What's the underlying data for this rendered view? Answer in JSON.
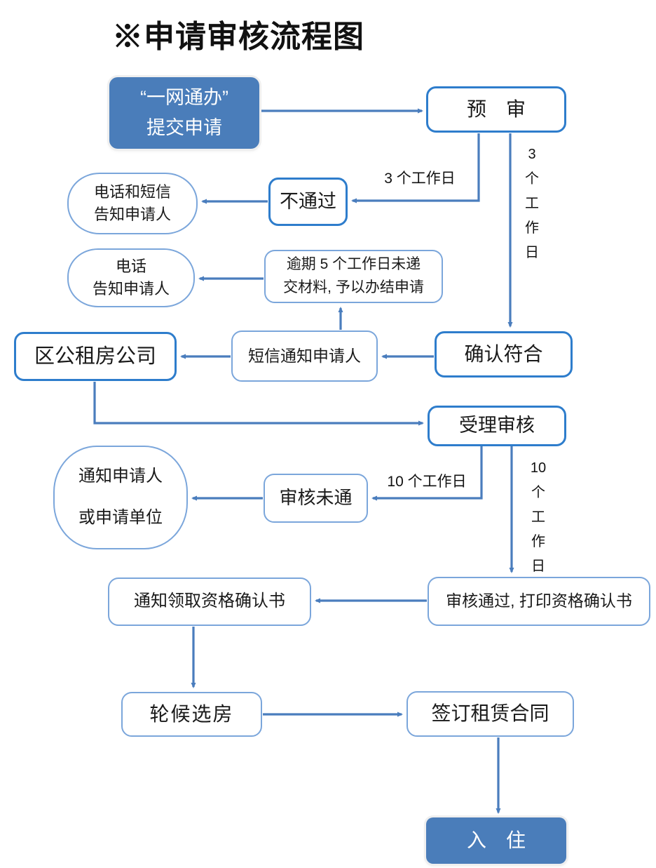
{
  "title": "※申请审核流程图",
  "colors": {
    "node_fill_blue": "#4a7dba",
    "strong_border_blue": "#2e7dcc",
    "light_border_blue": "#7ba6db",
    "arrow_blue": "#4a7dbd",
    "text": "#1a1a1a"
  },
  "nodes": {
    "submit": "“一网通办”\n提交申请",
    "pre_review": "预　审",
    "notify_phone_sms": "电话和短信\n告知申请人",
    "not_pass": "不通过",
    "notify_phone": "电话\n告知申请人",
    "overdue_close": "逾期 5 个工作日未递\n交材料, 予以办结申请",
    "district_company": "区公租房公司",
    "sms_notify": "短信通知申请人",
    "confirm_eligible": "确认符合",
    "accept_review": "受理审核",
    "notify_applicant_unit": "通知申请人\n或申请单位",
    "review_fail": "审核未通",
    "review_pass_print": "审核通过, 打印资格确认书",
    "notify_get_certificate": "通知领取资格确认书",
    "queue_select_house": "轮候选房",
    "sign_lease": "签订租赁合同",
    "move_in": "入　住"
  },
  "edge_labels": {
    "pre_review_reject_days": "3 个工作日",
    "pre_review_confirm_days": "3\n个\n工\n作\n日",
    "review_fail_days": "10 个工作日",
    "review_pass_days": "10\n个\n工\n作\n日"
  }
}
